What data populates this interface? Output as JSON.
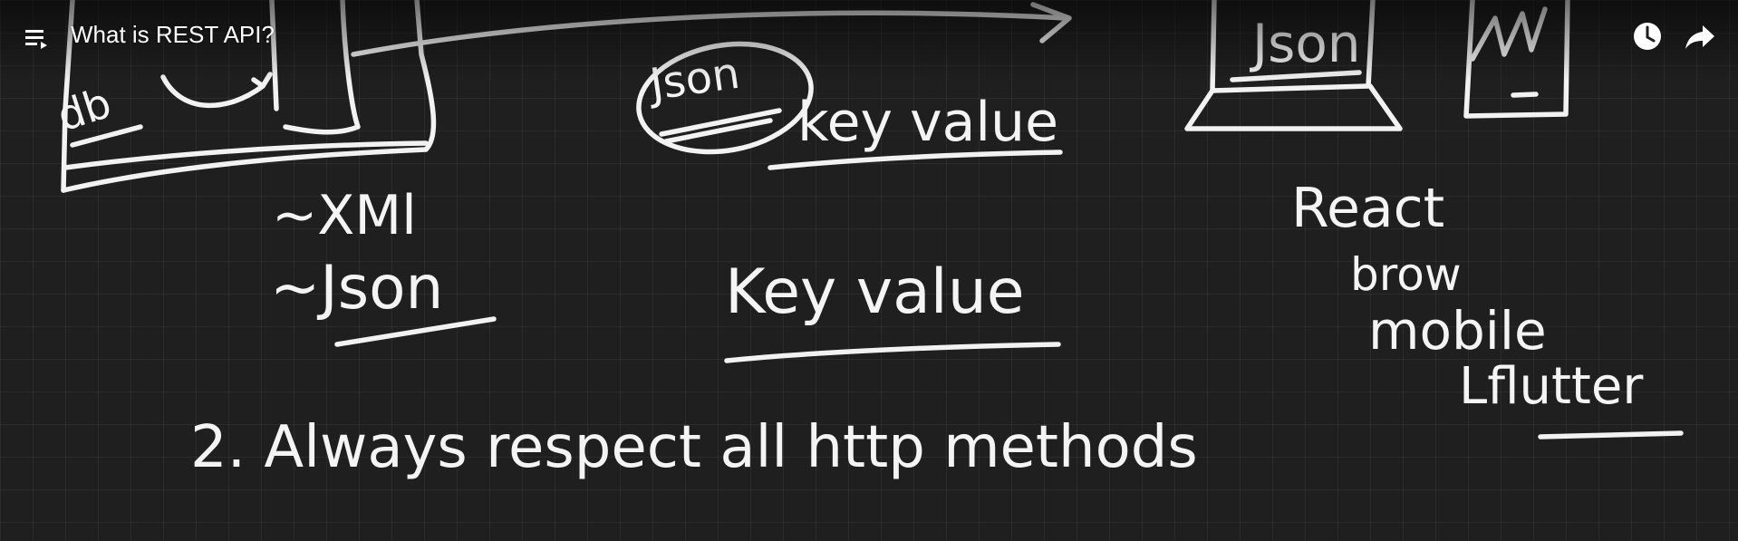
{
  "video": {
    "title": "What is REST API?"
  },
  "controls": {
    "playlist_icon": "playlist-icon",
    "watch_later_icon": "clock-icon",
    "share_icon": "share-arrow-icon"
  },
  "whiteboard": {
    "top_left": {
      "label": "db"
    },
    "formats": [
      "~XMl",
      "~Json"
    ],
    "json_circle": "Json",
    "key_value_top": "key value",
    "key_value_mid": "Key value",
    "client_screen": "Json",
    "clients": [
      "React",
      "brow",
      "mobile",
      "Lflutter"
    ],
    "rule": "2. Always respect all http methods"
  }
}
